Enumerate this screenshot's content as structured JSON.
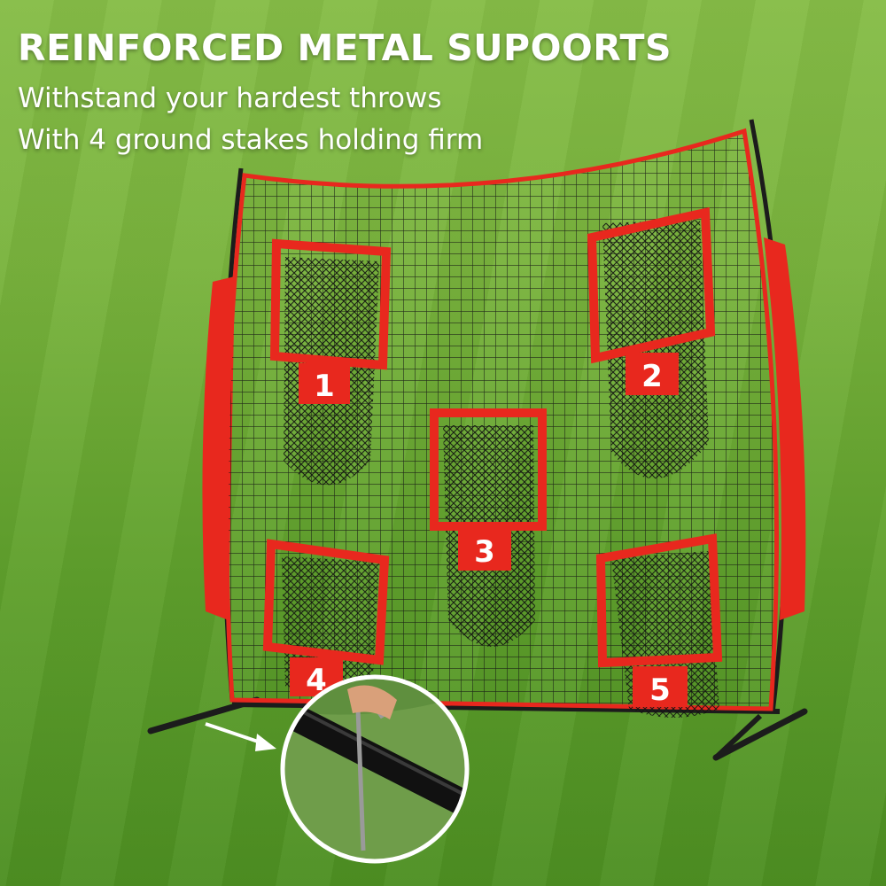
{
  "headline": "REINFORCED METAL SUPOORTS",
  "subheadlines": [
    "Withstand your hardest throws",
    "With 4 ground stakes holding firm"
  ],
  "targets": [
    {
      "label": "1"
    },
    {
      "label": "2"
    },
    {
      "label": "3"
    },
    {
      "label": "4"
    },
    {
      "label": "5"
    }
  ],
  "colors": {
    "net_frame": "#e8281e",
    "frame_pole": "#1c1c1c",
    "grass": "#6fae35",
    "text": "#ffffff"
  },
  "icons": [
    "stake-detail-inset",
    "pointer-arrow-icon"
  ]
}
